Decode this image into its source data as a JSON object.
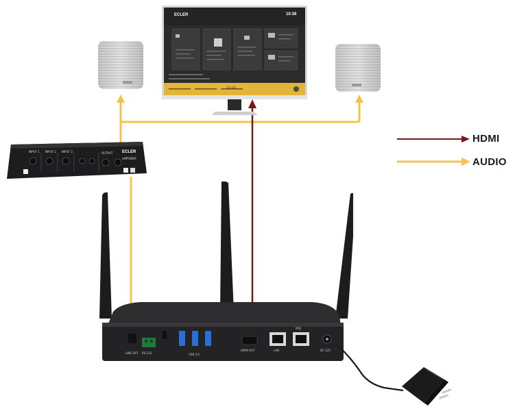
{
  "legend": {
    "hdmi": {
      "label": "HDMI",
      "color": "#7a1818"
    },
    "audio": {
      "label": "AUDIO",
      "color": "#f2c14a"
    }
  },
  "monitor": {
    "brand": "ECLER",
    "time": "10:38",
    "tiles": [
      "",
      "",
      "",
      ""
    ],
    "bar_brand": "ECLER"
  },
  "amplifier": {
    "brand": "ECLER",
    "model": "eMPOWER",
    "channel_labels": [
      "INPUT 1",
      "INPUT 2",
      "INPUT 3",
      "",
      "OUTPUT"
    ]
  },
  "router": {
    "port_labels": {
      "line_out": "LINE OUT",
      "rs232": "RS-232",
      "usb": "USB 3.0",
      "hdmi_out": "HDMI OUT",
      "lan": "LAN",
      "poe": "POE",
      "dc": "DC 12V"
    }
  },
  "icons": [
    "speaker-icon",
    "monitor-icon",
    "amplifier-icon",
    "router-icon",
    "power-adapter-icon",
    "antenna-icon"
  ]
}
